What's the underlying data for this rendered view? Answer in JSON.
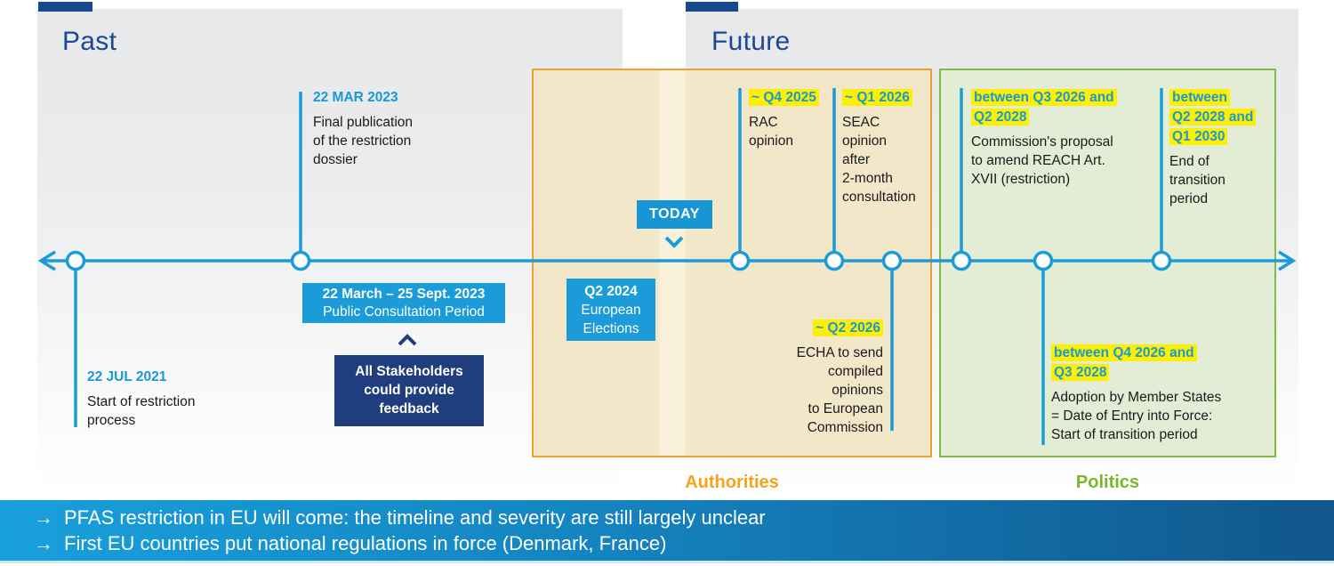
{
  "panels": {
    "past": {
      "title": "Past"
    },
    "future": {
      "title": "Future"
    }
  },
  "past_events": {
    "start": {
      "date": "22 JUL 2021",
      "desc": "Start of restriction\nprocess"
    },
    "publication": {
      "date": "22 MAR 2023",
      "desc": "Final publication\nof the restriction\ndossier"
    },
    "consultation": {
      "line1": "22 March – 25 Sept. 2023",
      "line2": "Public Consultation Period"
    },
    "stakeholders": "All Stakeholders\ncould provide\nfeedback"
  },
  "today": {
    "label": "TODAY"
  },
  "elections": {
    "date": "Q2 2024",
    "desc": "European\nElections"
  },
  "authorities": {
    "label": "Authorities",
    "rac": {
      "when": "~ Q4 2025",
      "what": "RAC\nopinion"
    },
    "seac": {
      "when": "~ Q1 2026",
      "what": "SEAC\nopinion\nafter\n2-month\nconsultation"
    },
    "echa": {
      "when": "~ Q2 2026",
      "what": "ECHA to send\ncompiled\nopinions\nto European\nCommission"
    }
  },
  "politics": {
    "label": "Politics",
    "proposal": {
      "when": "between Q3 2026 and\nQ2 2028",
      "what": "Commission's proposal\nto amend REACH Art.\nXVII (restriction)"
    },
    "adoption": {
      "when": "between Q4 2026 and\nQ3 2028",
      "what": "Adoption by Member States\n= Date of Entry into Force:\nStart of transition period"
    },
    "end": {
      "when": "between\nQ2 2028 and\nQ1 2030",
      "what": "End of\ntransition\nperiod"
    }
  },
  "banner": {
    "lines": [
      {
        "arrow": "→",
        "text": "PFAS restriction in EU will come: the timeline and severity are still largely unclear"
      },
      {
        "arrow": "→",
        "text": "First EU countries put national regulations in force (Denmark, France)"
      }
    ]
  },
  "colors": {
    "timeline_blue": "#1b9cd9",
    "date_blue": "#1898d7",
    "navy": "#203e7d",
    "title_navy": "#1c4795",
    "highlight_yellow": "#fcf000",
    "authorities_orange": "#efa02f",
    "politics_green": "#86ba45",
    "banner_left": "#18a0dc",
    "banner_right": "#11568c"
  }
}
